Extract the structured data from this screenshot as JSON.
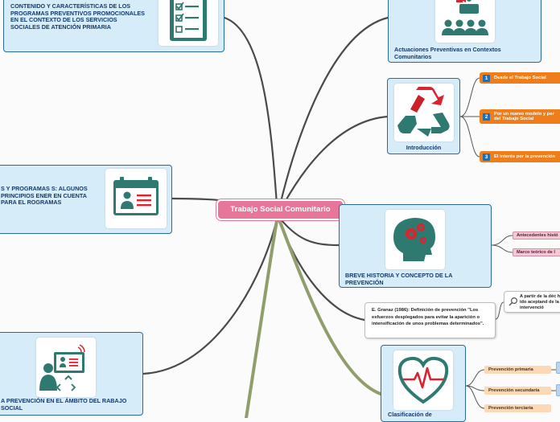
{
  "central_topic": "Trabajo Social Comunitario",
  "cards": {
    "contenido": "CONTENIDO Y CARACTERÍSTICAS DE LOS PROGRAMAS PREVENTIVOS PROMOCIONALES EN EL CONTEXTO DE LOS SERVICIOS SOCIALES DE ATENCIÓN PRIMARIA",
    "programas": "S Y PROGRAMAS S: ALGUNOS PRINCIPIOS ENER EN CUENTA PARA EL ROGRAMAS",
    "prevencion_ambito": "A PREVENCIÓN EN EL ÁMBITO DEL RABAJO SOCIAL",
    "actuaciones": "Actuaciones Preventivas en Contextos Comunitarios",
    "introduccion": "Introducción",
    "breve_historia": "BREVE HISTORIA Y CONCEPTO DE LA PREVENCIÓN",
    "clasificacion": "Clasificación de"
  },
  "intro_subtopics": [
    {
      "num": "1",
      "label": "Desde el Trabajo Social"
    },
    {
      "num": "2",
      "label": "Por un nuevo modelo y per del Trabajo Social"
    },
    {
      "num": "3",
      "label": "El interés por la prevención"
    }
  ],
  "historia_subtopics": [
    "Antecedentes histó",
    "Marco teórico de l"
  ],
  "definition_note": "E. Granaz (1986): Definición de prevención \"Los esfuerzos desplegados para evitar la aparición o intensificación de unos problemas determinados\".",
  "side_note": "A partir de la déc ha ido aceptand de la intervenció",
  "prevention_types": [
    "Prevención primaria",
    "Prevención secundaria",
    "Prevención terciaria"
  ],
  "icons": {
    "contenido": "checklist-icon",
    "programas": "id-card-icon",
    "prevencion_ambito": "video-call-icon",
    "actuaciones": "group-meeting-icon",
    "introduccion": "recycle-icon",
    "breve_historia": "brain-gears-icon",
    "clasificacion": "heart-pulse-icon",
    "note": "magnifier-icon"
  },
  "colors": {
    "central": "#e8769b",
    "card_fill": "#d7ecf9",
    "card_border": "#2b6a9c",
    "orange": "#ef7d1a",
    "pink": "#f2c9d5",
    "peach": "#fbd9b4"
  }
}
